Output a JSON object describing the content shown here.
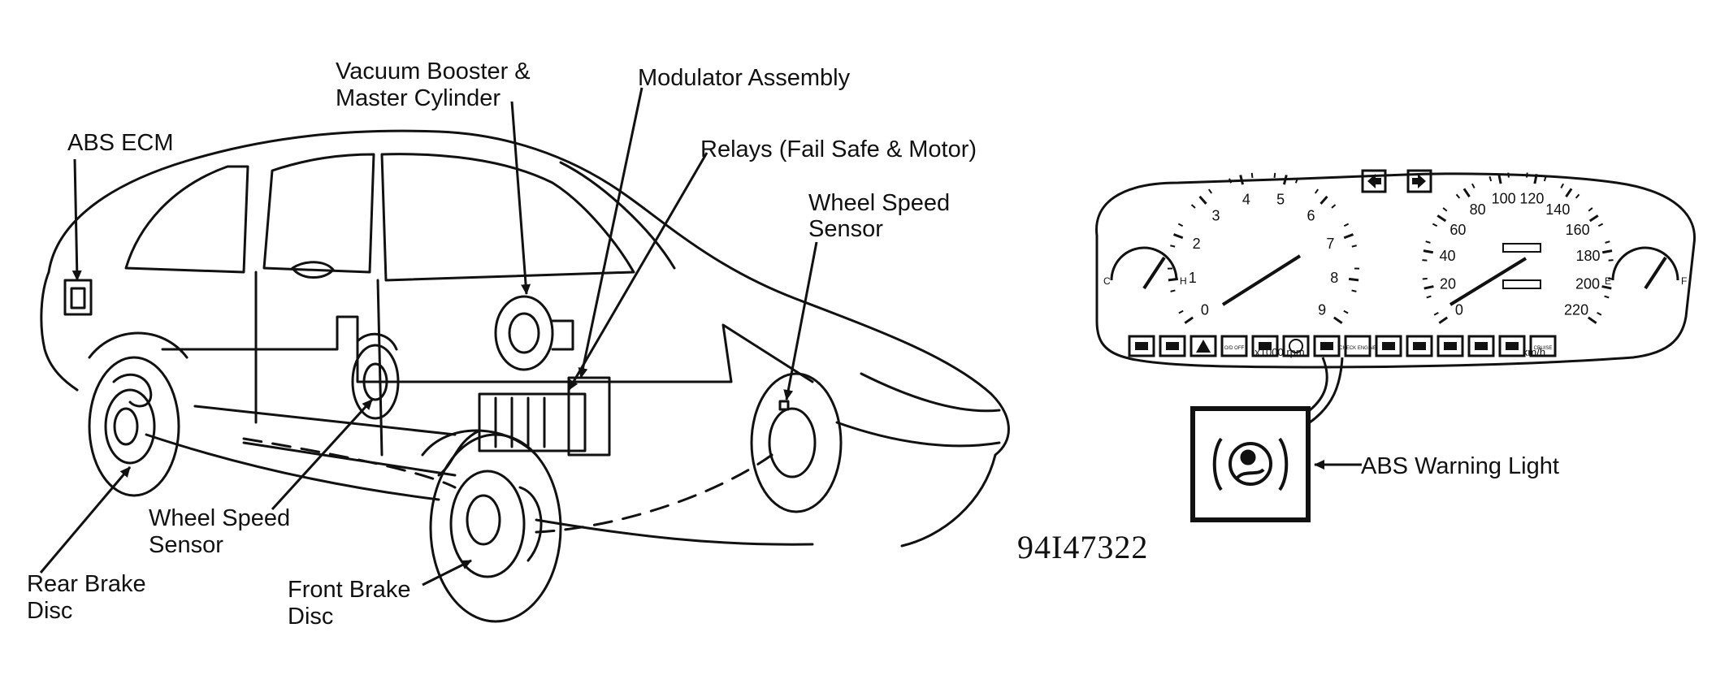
{
  "labels": {
    "abs_ecm": "ABS ECM",
    "vacuum_booster_1": "Vacuum Booster &",
    "vacuum_booster_2": "Master Cylinder",
    "modulator": "Modulator Assembly",
    "relays": "Relays (Fail Safe & Motor)",
    "wss_rear_1": "Wheel Speed",
    "wss_rear_2": "Sensor",
    "wss_front_1": "Wheel Speed",
    "wss_front_2": "Sensor",
    "rear_disc_1": "Rear Brake",
    "rear_disc_2": "Disc",
    "front_disc_1": "Front Brake",
    "front_disc_2": "Disc",
    "abs_warning": "ABS Warning Light"
  },
  "figure_code": "94I47322",
  "cluster": {
    "tach_ticks": [
      "0",
      "1",
      "2",
      "3",
      "4",
      "5",
      "6",
      "7",
      "8",
      "9"
    ],
    "tach_unit": "x1000 rpm",
    "speed_ticks": [
      "0",
      "20",
      "40",
      "60",
      "80",
      "100",
      "120",
      "140",
      "160",
      "180",
      "200",
      "220"
    ],
    "speed_unit": "km/h",
    "temp_gauge": {
      "low": "C",
      "high": "H"
    },
    "fuel_gauge": {
      "low": "E",
      "high": "F"
    },
    "warning_icons": [
      "door-open-icon",
      "charging-icon",
      "hazard-icon",
      "od-off-icon",
      "headlight-icon",
      "abs-icon",
      "seatbelt-icon",
      "check-engine-icon",
      "battery-icon",
      "brake-icon",
      "oil-icon",
      "fuel-icon",
      "seat-icon",
      "cruise-icon"
    ],
    "od_off_text": "O/D OFF",
    "check_engine_text": "CHECK ENGINE",
    "cruise_text": "CRUISE"
  },
  "colors": {
    "ink": "#111111",
    "paper": "#ffffff"
  }
}
